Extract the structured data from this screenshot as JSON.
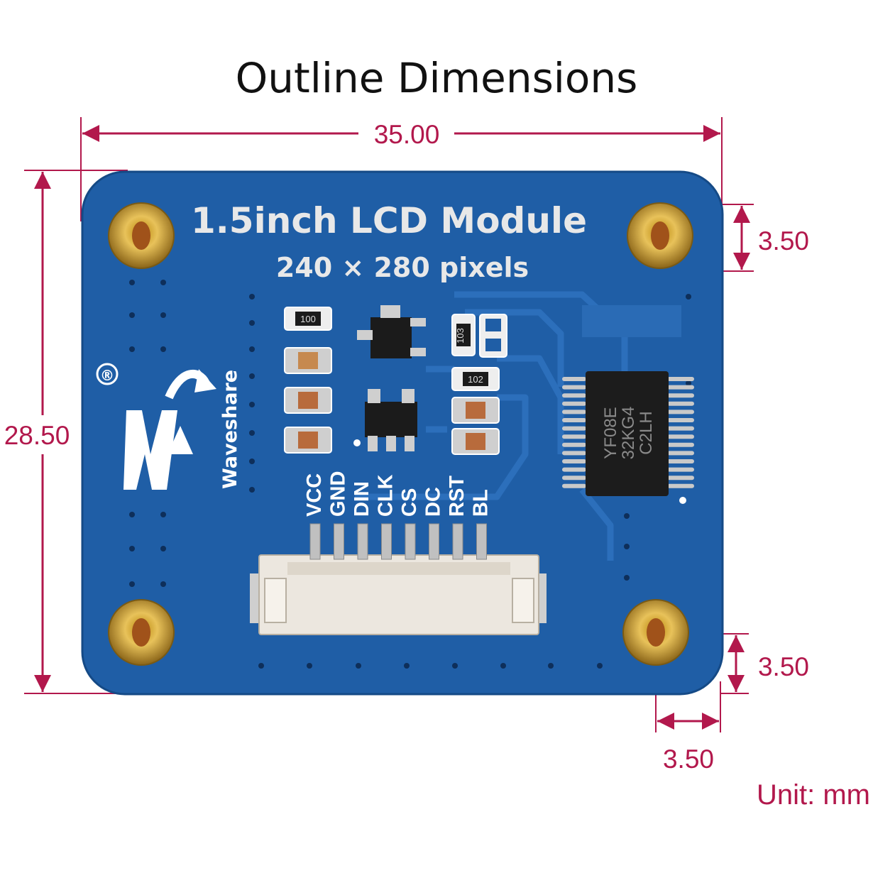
{
  "title": "Outline Dimensions",
  "board": {
    "title": "1.5inch LCD Module",
    "subtitle": "240 × 280 pixels",
    "brand": "Waveshare",
    "registered_mark": "®",
    "pins": [
      "VCC",
      "GND",
      "DIN",
      "CLK",
      "CS",
      "DC",
      "RST",
      "BL"
    ],
    "resistors": [
      "100",
      "103",
      "102"
    ],
    "chip_markings": [
      "YF08E",
      "32KG4",
      "C2LH"
    ]
  },
  "dimensions": {
    "width": "35.00",
    "height": "28.50",
    "hole_offset_top": "3.50",
    "hole_offset_bottom": "3.50",
    "hole_offset_side": "3.50"
  },
  "unit": "Unit: mm",
  "colors": {
    "dimension": "#b2184c",
    "board": "#1f5ea6",
    "pads": "#d4a23a"
  }
}
